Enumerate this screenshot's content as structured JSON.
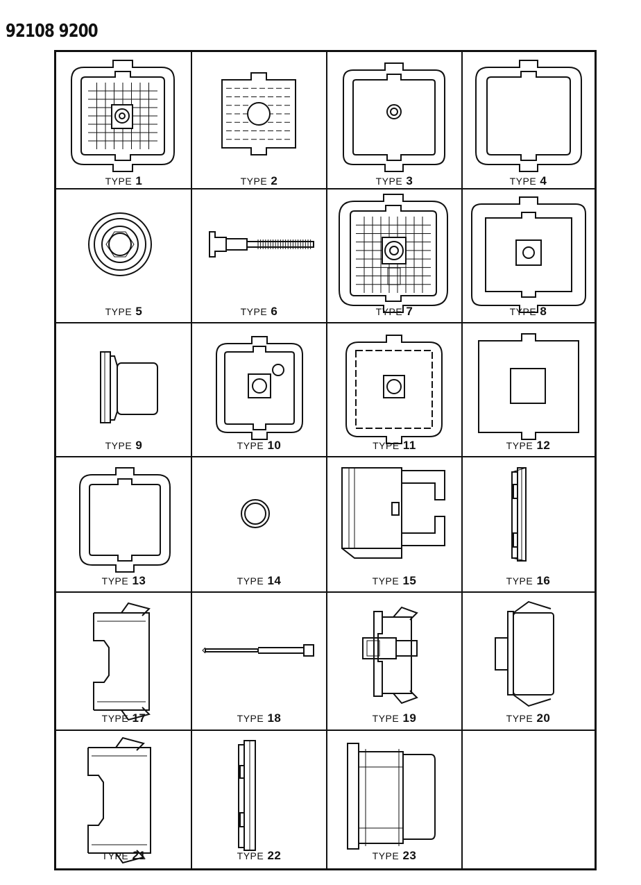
{
  "document_number": "92108 9200",
  "types": [
    {
      "prefix": "TYPE",
      "num": "1",
      "icon": "square-grommet-grid-icon"
    },
    {
      "prefix": "TYPE",
      "num": "2",
      "icon": "grid-pad-round-hole-icon"
    },
    {
      "prefix": "TYPE",
      "num": "3",
      "icon": "framed-plug-small-hole-icon"
    },
    {
      "prefix": "TYPE",
      "num": "4",
      "icon": "square-frame-gasket-icon"
    },
    {
      "prefix": "TYPE",
      "num": "5",
      "icon": "round-ring-grommet-icon"
    },
    {
      "prefix": "TYPE",
      "num": "6",
      "icon": "threaded-bolt-icon"
    },
    {
      "prefix": "TYPE",
      "num": "7",
      "icon": "grid-plug-center-boss-icon"
    },
    {
      "prefix": "TYPE",
      "num": "8",
      "icon": "framed-plug-square-boss-icon"
    },
    {
      "prefix": "TYPE",
      "num": "9",
      "icon": "side-clip-profile-icon"
    },
    {
      "prefix": "TYPE",
      "num": "10",
      "icon": "plug-with-two-holes-icon"
    },
    {
      "prefix": "TYPE",
      "num": "11",
      "icon": "serrated-plug-icon"
    },
    {
      "prefix": "TYPE",
      "num": "12",
      "icon": "flat-plug-square-hole-icon"
    },
    {
      "prefix": "TYPE",
      "num": "13",
      "icon": "open-frame-gasket-icon"
    },
    {
      "prefix": "TYPE",
      "num": "14",
      "icon": "small-ring-icon"
    },
    {
      "prefix": "TYPE",
      "num": "15",
      "icon": "forked-clip-icon"
    },
    {
      "prefix": "TYPE",
      "num": "16",
      "icon": "thin-edge-clip-icon"
    },
    {
      "prefix": "TYPE",
      "num": "17",
      "icon": "c-clip-profile-icon"
    },
    {
      "prefix": "TYPE",
      "num": "18",
      "icon": "long-rivet-pin-icon"
    },
    {
      "prefix": "TYPE",
      "num": "19",
      "icon": "push-rivet-clip-icon"
    },
    {
      "prefix": "TYPE",
      "num": "20",
      "icon": "barbed-plug-clip-icon"
    },
    {
      "prefix": "TYPE",
      "num": "21",
      "icon": "large-c-clip-icon"
    },
    {
      "prefix": "TYPE",
      "num": "22",
      "icon": "narrow-edge-clip-icon"
    },
    {
      "prefix": "TYPE",
      "num": "23",
      "icon": "stepped-plug-profile-icon"
    }
  ]
}
